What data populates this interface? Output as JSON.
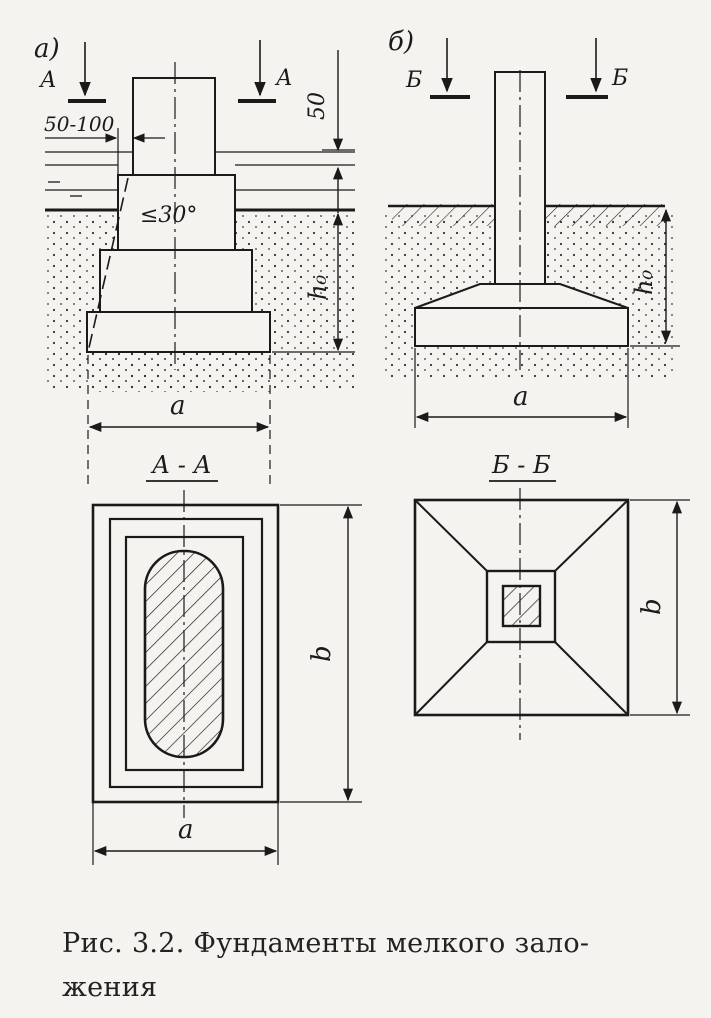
{
  "figure": {
    "panel_a": {
      "panel_label": "а)",
      "section_mark_left": "А",
      "section_mark_right": "А",
      "dim_top": "50",
      "dim_offset": "50-100",
      "angle": "≤30°",
      "dim_depth": "h₀",
      "dim_width": "a",
      "plan_title": "А - А",
      "plan_dim_height": "b",
      "plan_dim_width": "a"
    },
    "panel_b": {
      "panel_label": "б)",
      "section_mark_left": "Б",
      "section_mark_right": "Б",
      "dim_depth": "h₀",
      "dim_width": "a",
      "plan_title": "Б - Б",
      "plan_dim_height": "b"
    }
  },
  "caption": "Рис. 3.2. Фундаменты мелкого зало-\nжения",
  "colors": {
    "ink": "#1a1a1a",
    "paper": "#f4f3ef"
  }
}
